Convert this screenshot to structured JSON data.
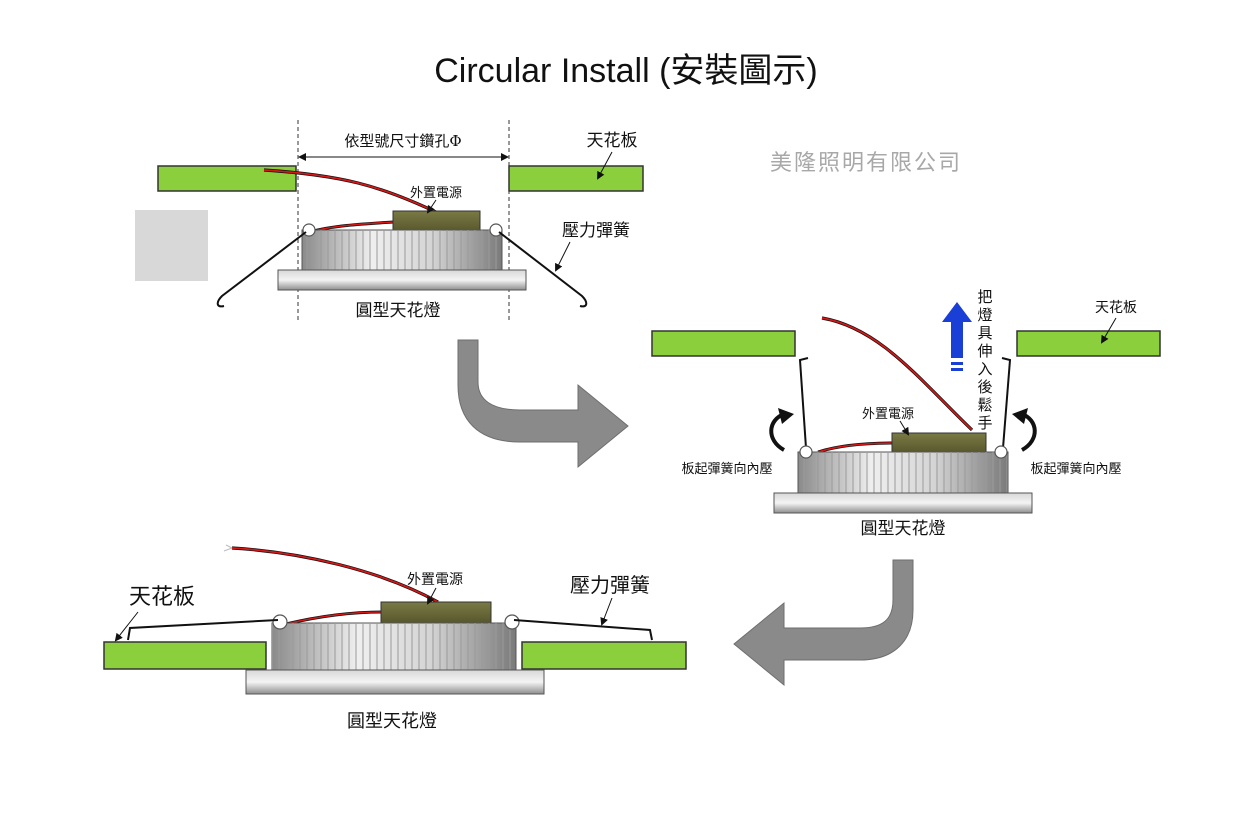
{
  "title": "Circular Install (安裝圖示)",
  "company": "美隆照明有限公司",
  "step1": {
    "hole_dimension": "依型號尺寸鑽孔Φ",
    "ceiling": "天花板",
    "driver": "外置電源",
    "spring": "壓力彈簧",
    "fixture": "圓型天花燈"
  },
  "step2": {
    "ceiling": "天花板",
    "driver": "外置電源",
    "instruction_chars": [
      "把",
      "燈",
      "具",
      "伸",
      "入",
      "後",
      "鬆",
      "手"
    ],
    "bend_left": "板起彈簧向內壓",
    "bend_right": "板起彈簧向內壓",
    "fixture": "圓型天花燈"
  },
  "step3": {
    "ceiling": "天花板",
    "driver": "外置電源",
    "spring": "壓力彈簧",
    "fixture": "圓型天花燈"
  },
  "colors": {
    "ceiling_green": "#8ccf3c",
    "driver_olive": "#6b6b3a",
    "wire_red": "#d41818",
    "arrow_blue": "#1a3fd6",
    "flow_arrow_gray": "#8a8a8a",
    "placeholder_gray": "#d8d8d8"
  }
}
